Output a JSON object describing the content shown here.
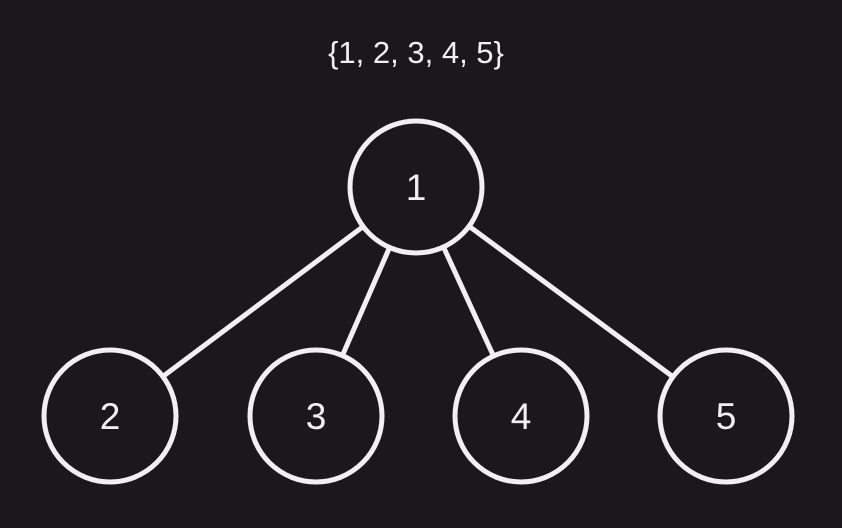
{
  "diagram": {
    "set_label": "{1, 2, 3, 4, 5}",
    "root": {
      "id": "1",
      "label": "1"
    },
    "children": [
      {
        "id": "2",
        "label": "2"
      },
      {
        "id": "3",
        "label": "3"
      },
      {
        "id": "4",
        "label": "4"
      },
      {
        "id": "5",
        "label": "5"
      }
    ],
    "edges": [
      {
        "from": "1",
        "to": "2"
      },
      {
        "from": "1",
        "to": "3"
      },
      {
        "from": "1",
        "to": "4"
      },
      {
        "from": "1",
        "to": "5"
      }
    ],
    "colors": {
      "background": "#1b181d",
      "stroke": "#f2eff2",
      "text": "#f2eff2"
    }
  }
}
